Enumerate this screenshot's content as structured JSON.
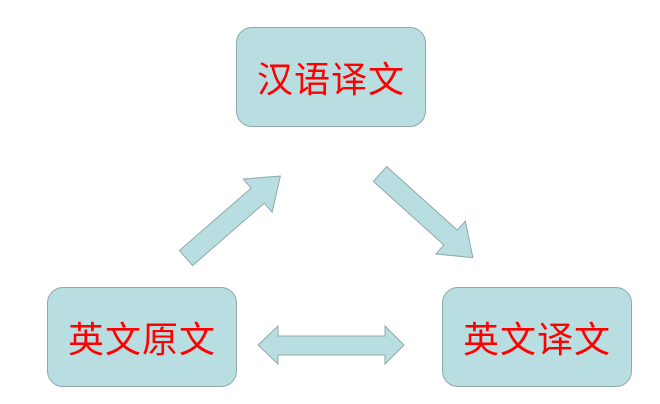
{
  "nodes": {
    "chinese_translation": "汉语译文",
    "english_original": "英文原文",
    "english_translation": "英文译文"
  },
  "colors": {
    "fill": "#b9dee2",
    "stroke": "#8fa9ab",
    "text": "#ff0000"
  }
}
